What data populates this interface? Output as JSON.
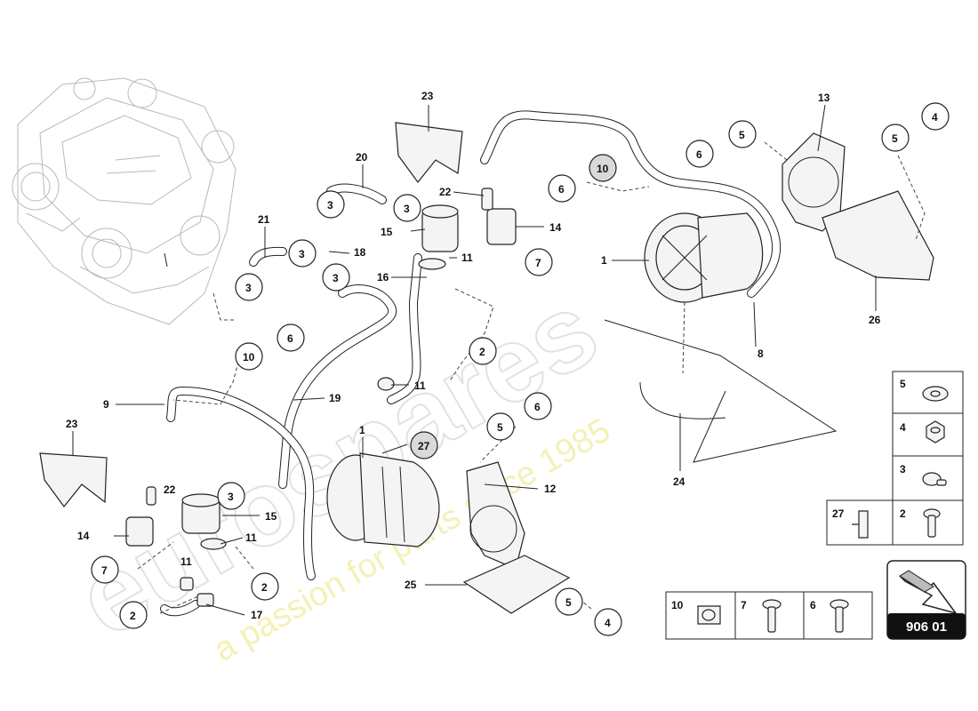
{
  "callouts": [
    {
      "id": "c23a",
      "text": "23"
    },
    {
      "id": "c20",
      "text": "20"
    },
    {
      "id": "c21",
      "text": "21"
    },
    {
      "id": "c3a",
      "text": "3"
    },
    {
      "id": "c3b",
      "text": "3"
    },
    {
      "id": "c3c",
      "text": "3"
    },
    {
      "id": "c3d",
      "text": "3"
    },
    {
      "id": "c3e",
      "text": "3"
    },
    {
      "id": "c18",
      "text": "18"
    },
    {
      "id": "c22a",
      "text": "22"
    },
    {
      "id": "c15a",
      "text": "15"
    },
    {
      "id": "c14a",
      "text": "14"
    },
    {
      "id": "c11a",
      "text": "11"
    },
    {
      "id": "c7a",
      "text": "7"
    },
    {
      "id": "c16",
      "text": "16"
    },
    {
      "id": "c10a",
      "text": "10"
    },
    {
      "id": "c6a",
      "text": "6"
    },
    {
      "id": "c1a",
      "text": "1"
    },
    {
      "id": "c13",
      "text": "13"
    },
    {
      "id": "c5a",
      "text": "5"
    },
    {
      "id": "c6b",
      "text": "6"
    },
    {
      "id": "c4a",
      "text": "4"
    },
    {
      "id": "c5b",
      "text": "5"
    },
    {
      "id": "c26",
      "text": "26"
    },
    {
      "id": "c8",
      "text": "8"
    },
    {
      "id": "c10b",
      "text": "10"
    },
    {
      "id": "c6c",
      "text": "6"
    },
    {
      "id": "c2a",
      "text": "2"
    },
    {
      "id": "c11b",
      "text": "11"
    },
    {
      "id": "c9",
      "text": "9"
    },
    {
      "id": "c19",
      "text": "19"
    },
    {
      "id": "c24",
      "text": "24"
    },
    {
      "id": "c23b",
      "text": "23"
    },
    {
      "id": "c1b",
      "text": "1"
    },
    {
      "id": "c27",
      "text": "27"
    },
    {
      "id": "c5c",
      "text": "5"
    },
    {
      "id": "c6d",
      "text": "6"
    },
    {
      "id": "c12",
      "text": "12"
    },
    {
      "id": "c22b",
      "text": "22"
    },
    {
      "id": "c3f",
      "text": "3"
    },
    {
      "id": "c15b",
      "text": "15"
    },
    {
      "id": "c14b",
      "text": "14"
    },
    {
      "id": "c11c",
      "text": "11"
    },
    {
      "id": "c7b",
      "text": "7"
    },
    {
      "id": "c11d",
      "text": "11"
    },
    {
      "id": "c2b",
      "text": "2"
    },
    {
      "id": "c2c",
      "text": "2"
    },
    {
      "id": "c17",
      "text": "17"
    },
    {
      "id": "c25",
      "text": "25"
    },
    {
      "id": "c5d",
      "text": "5"
    },
    {
      "id": "c4b",
      "text": "4"
    }
  ],
  "legend": {
    "right": [
      {
        "num": "5",
        "part": "washer"
      },
      {
        "num": "4",
        "part": "nut"
      },
      {
        "num": "3",
        "part": "hose-clamp"
      },
      {
        "num": "27",
        "part": "connector"
      },
      {
        "num": "2",
        "part": "bolt"
      }
    ],
    "bottom": [
      {
        "num": "10",
        "part": "clip"
      },
      {
        "num": "7",
        "part": "screw"
      },
      {
        "num": "6",
        "part": "screw"
      }
    ]
  },
  "badge": {
    "text": "906 01"
  },
  "watermark": {
    "brand": "eurospares",
    "tagline": "a passion for parts since 1985"
  },
  "colors": {
    "line": "#222222",
    "bubble_fill": "#d9d9d9",
    "badge_bg": "#111111",
    "watermark_yellow": "#f3f1b6"
  }
}
